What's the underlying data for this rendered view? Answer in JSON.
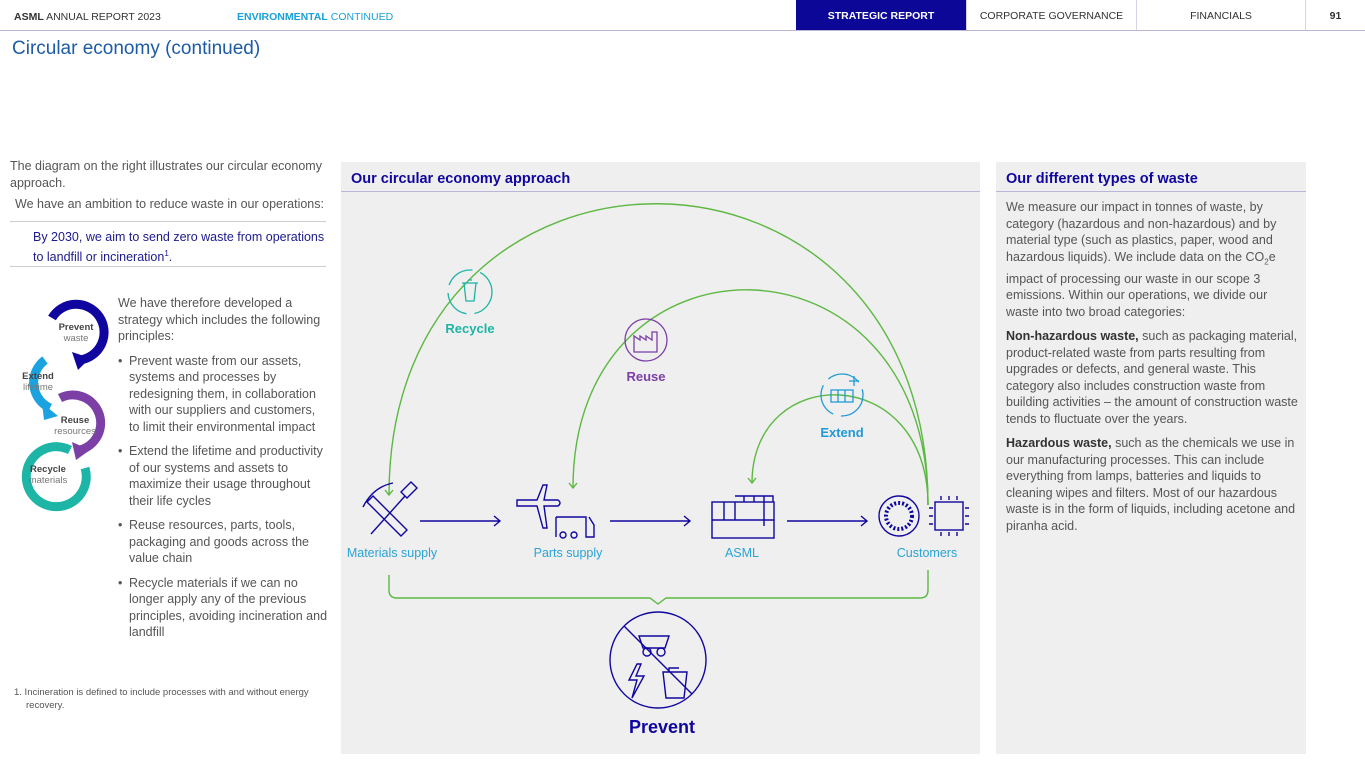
{
  "header": {
    "report_bold": "ASML",
    "report": "ANNUAL REPORT 2023",
    "section_bold": "ENVIRONMENTAL",
    "section": "CONTINUED",
    "tabs": [
      "STRATEGIC REPORT",
      "CORPORATE GOVERNANCE",
      "FINANCIALS"
    ],
    "page": "91"
  },
  "title": "Circular economy (continued)",
  "left": {
    "intro": "The diagram on the right illustrates our circular economy approach.",
    "ambition": "We have an ambition to reduce waste in our operations:",
    "goal": "By 2030, we aim to send zero waste from operations to landfill or incineration",
    "goal_sup": "1",
    "goal_end": ".",
    "cycle": [
      {
        "b": "Prevent",
        "s": "waste"
      },
      {
        "b": "Extend",
        "s": "lifetime"
      },
      {
        "b": "Reuse",
        "s": "resources"
      },
      {
        "b": "Recycle",
        "s": "materials"
      }
    ],
    "strategy": "We have therefore developed a strategy which includes the following principles:",
    "bullets": [
      "Prevent waste from our assets, systems and processes by redesigning them, in collaboration with our suppliers and customers, to limit their environmental impact",
      "Extend the lifetime and productivity of our systems and assets to maximize their usage throughout their life cycles",
      "Reuse resources, parts, tools, packaging and goods across the value chain",
      "Recycle materials if we can no longer apply any of the previous principles, avoiding incineration and landfill"
    ],
    "footnote": "1. Incineration is defined to include processes with and without energy recovery."
  },
  "diagram": {
    "title": "Our circular economy approach",
    "stages": [
      "Materials supply",
      "Parts supply",
      "ASML",
      "Customers"
    ],
    "loops": [
      "Recycle",
      "Reuse",
      "Extend"
    ],
    "prevent": "Prevent",
    "colors": {
      "navy": "#10069f",
      "green": "#5db843",
      "teal": "#1cb5a6",
      "purple": "#7b3fa6",
      "blue": "#1f9ad6",
      "label": "#2aa3d6"
    }
  },
  "waste": {
    "title": "Our different types of waste",
    "p1a": "We measure our impact in tonnes of waste, by category (hazardous and non-hazardous) and by material type (such as plastics, paper, wood and hazardous liquids). We include data on the CO",
    "p1sub": "2",
    "p1b": "e impact of processing our waste in our scope 3 emissions. Within our operations, we divide our waste into two broad categories:",
    "p2b": "Non-hazardous waste,",
    "p2": " such as packaging material, product-related waste from parts resulting from upgrades or defects, and general waste. This category also includes construction waste from building activities – the amount of construction waste tends to fluctuate over the years.",
    "p3b": "Hazardous waste,",
    "p3": " such as the chemicals we use in our manufacturing processes. This can include everything from lamps, batteries and liquids to cleaning wipes and filters. Most of our hazardous waste is in the form of liquids, including acetone and piranha acid."
  }
}
